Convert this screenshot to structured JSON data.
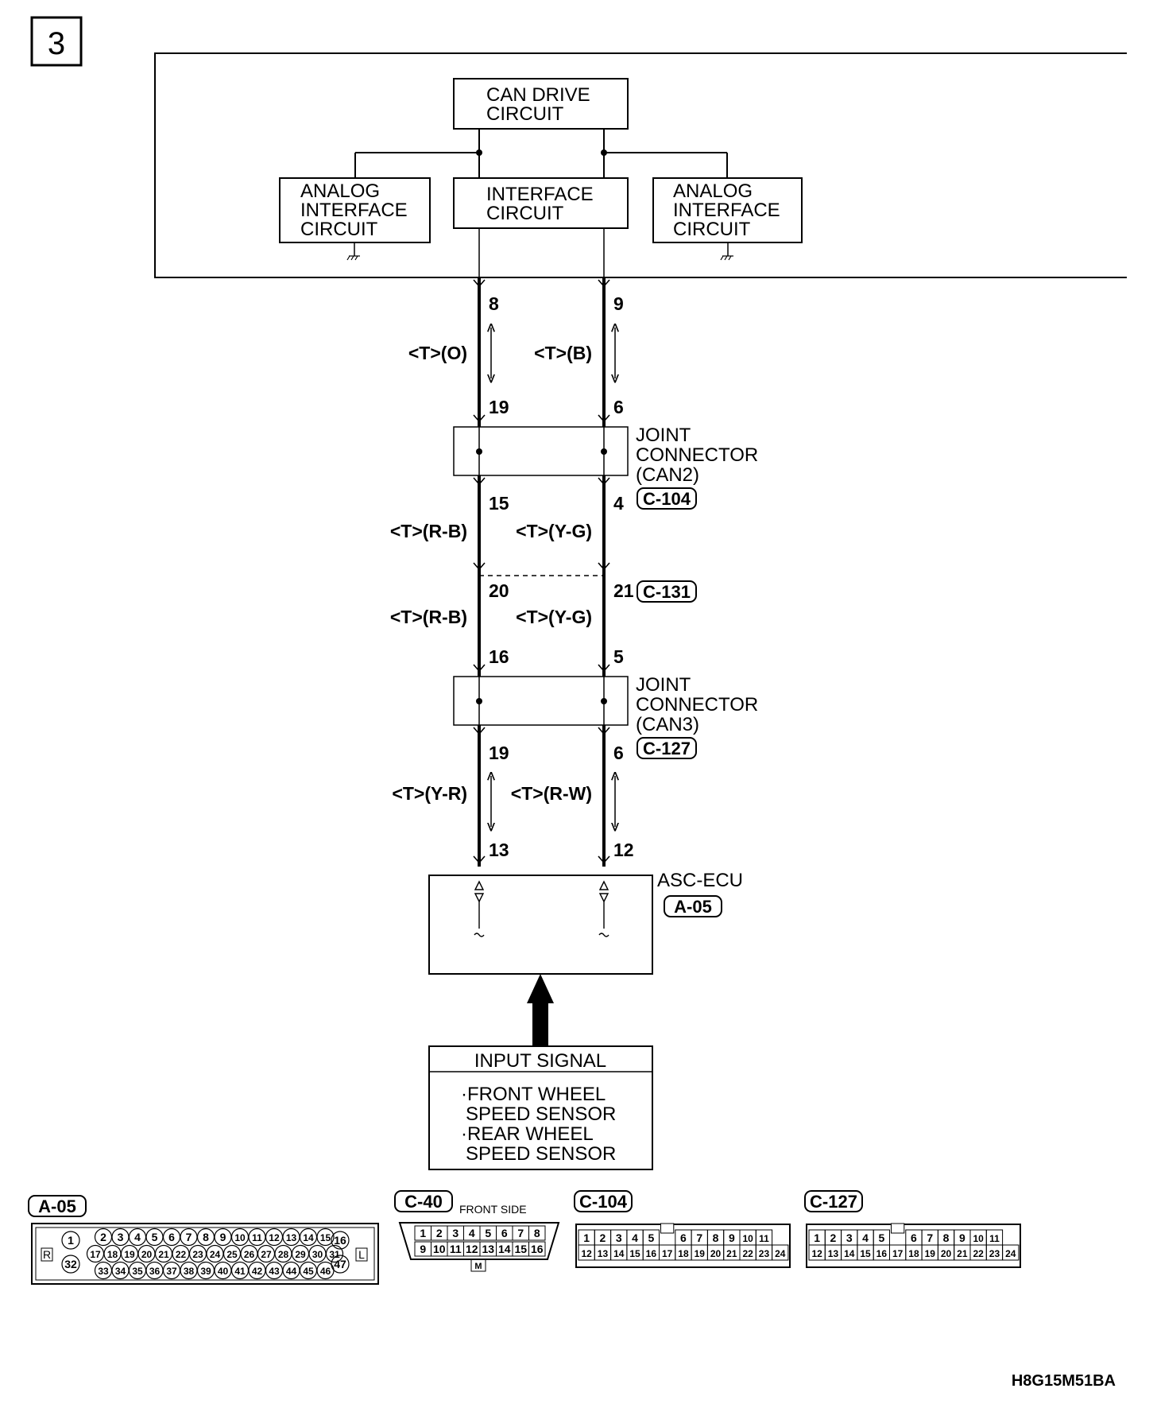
{
  "page_number": "3",
  "figure_code": "H8G15M51BA",
  "blocks": {
    "can_drive": [
      "CAN DRIVE",
      "CIRCUIT"
    ],
    "analog_left": [
      "ANALOG",
      "INTERFACE",
      "CIRCUIT"
    ],
    "interface": [
      "INTERFACE",
      "CIRCUIT"
    ],
    "analog_right": [
      "ANALOG",
      "INTERFACE",
      "CIRCUIT"
    ]
  },
  "pins": {
    "top_left": "8",
    "top_right": "9",
    "can2_left_in": "19",
    "can2_right_in": "6",
    "can2_left_out": "15",
    "can2_right_out": "4",
    "c131_left": "20",
    "c131_right": "21",
    "can3_left_in": "16",
    "can3_right_in": "5",
    "can3_left_out": "19",
    "can3_right_out": "6",
    "ecu_left": "13",
    "ecu_right": "12"
  },
  "wires": {
    "seg1_left": "<T>(O)",
    "seg1_right": "<T>(B)",
    "seg2_left": "<T>(R-B)",
    "seg2_right": "<T>(Y-G)",
    "seg3_left": "<T>(R-B)",
    "seg3_right": "<T>(Y-G)",
    "seg4_left": "<T>(Y-R)",
    "seg4_right": "<T>(R-W)"
  },
  "joint_can2": {
    "lines": [
      "JOINT",
      "CONNECTOR",
      "(CAN2)"
    ],
    "connector": "C-104"
  },
  "connector_c131": "C-131",
  "joint_can3": {
    "lines": [
      "JOINT",
      "CONNECTOR",
      "(CAN3)"
    ],
    "connector": "C-127"
  },
  "ecu": {
    "name": "ASC-ECU",
    "connector": "A-05"
  },
  "input_signal": {
    "title": "INPUT SIGNAL",
    "lines": [
      "·FRONT WHEEL",
      "SPEED SENSOR",
      "·REAR WHEEL",
      "SPEED SENSOR"
    ]
  },
  "connector_views": {
    "a05": {
      "label": "A-05",
      "side_left": "R",
      "side_right": "L",
      "row1": [
        "2",
        "3",
        "4",
        "5",
        "6",
        "7",
        "8",
        "9",
        "10",
        "11",
        "12",
        "13",
        "14",
        "15"
      ],
      "row2": [
        "17",
        "18",
        "19",
        "20",
        "21",
        "22",
        "23",
        "24",
        "25",
        "26",
        "27",
        "28",
        "29",
        "30",
        "31"
      ],
      "row3": [
        "33",
        "34",
        "35",
        "36",
        "37",
        "38",
        "39",
        "40",
        "41",
        "42",
        "43",
        "44",
        "45",
        "46"
      ],
      "left_pins": [
        "1",
        "32"
      ],
      "right_pins": [
        "16",
        "47"
      ]
    },
    "c40": {
      "label": "C-40",
      "caption": "FRONT SIDE",
      "key": "M",
      "row1": [
        "1",
        "2",
        "3",
        "4",
        "5",
        "6",
        "7",
        "8"
      ],
      "row2": [
        "9",
        "10",
        "11",
        "12",
        "13",
        "14",
        "15",
        "16"
      ]
    },
    "c104": {
      "label": "C-104",
      "row1": [
        "1",
        "2",
        "3",
        "4",
        "5",
        "",
        "6",
        "7",
        "8",
        "9",
        "10",
        "11"
      ],
      "row2": [
        "12",
        "13",
        "14",
        "15",
        "16",
        "17",
        "18",
        "19",
        "20",
        "21",
        "22",
        "23",
        "24"
      ]
    },
    "c127": {
      "label": "C-127",
      "row1": [
        "1",
        "2",
        "3",
        "4",
        "5",
        "",
        "6",
        "7",
        "8",
        "9",
        "10",
        "11"
      ],
      "row2": [
        "12",
        "13",
        "14",
        "15",
        "16",
        "17",
        "18",
        "19",
        "20",
        "21",
        "22",
        "23",
        "24"
      ]
    }
  }
}
